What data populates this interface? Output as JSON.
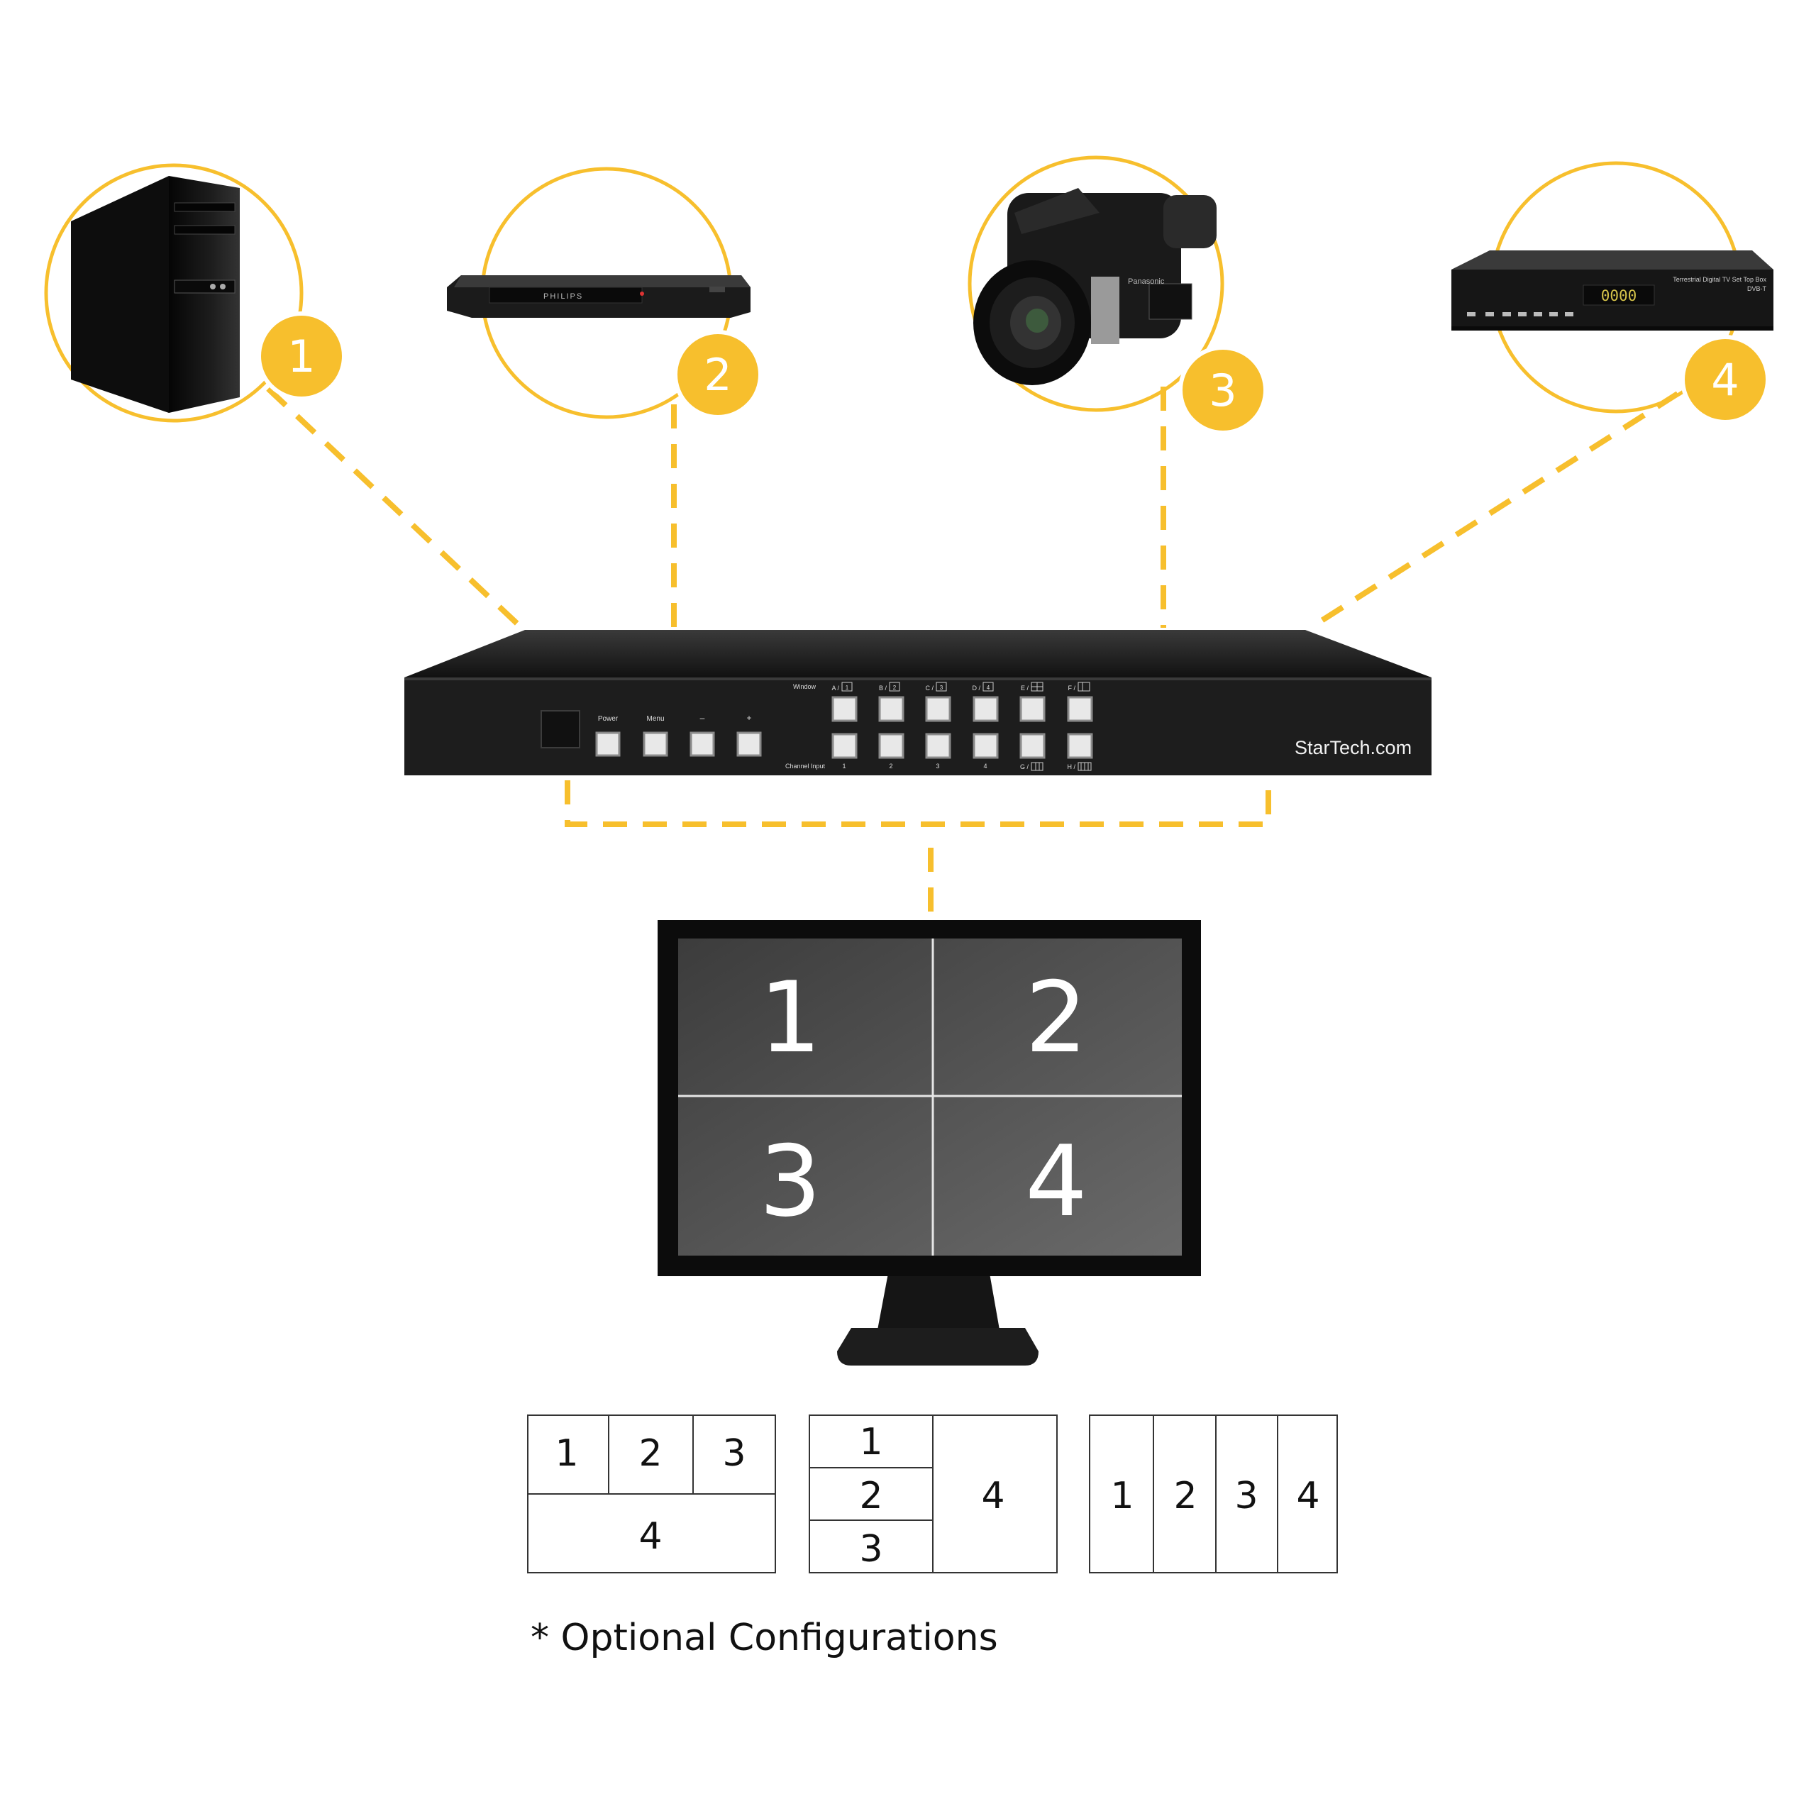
{
  "colors": {
    "accent": "#f7bf2d",
    "device_dark": "#1e1e1e",
    "screen_tile": "#4a4a4a",
    "screen_divider": "#e6e6e6",
    "line": "#111111"
  },
  "sources": [
    {
      "badge": "1",
      "icon": "desktop-tower-icon"
    },
    {
      "badge": "2",
      "icon": "bluray-player-icon",
      "brand": "PHILIPS"
    },
    {
      "badge": "3",
      "icon": "camcorder-icon",
      "brand": "Panasonic"
    },
    {
      "badge": "4",
      "icon": "settop-box-icon",
      "display": "0000",
      "label_1": "Terrestrial Digital TV Set Top Box",
      "label_2": "DVB-T"
    }
  ],
  "multiviewer": {
    "logo": "StarTech.com",
    "power_label": "Power",
    "menu_label": "Menu",
    "minus_label": "–",
    "plus_label": "+",
    "window_label": "Window",
    "channel_input_label": "Channel Input",
    "window_keys": [
      "A /",
      "B /",
      "C /",
      "D /",
      "E /",
      "F /"
    ],
    "window_key_icons": [
      "1",
      "2",
      "3",
      "4"
    ],
    "input_keys": [
      "1",
      "2",
      "3",
      "4",
      "G /",
      "H /"
    ]
  },
  "monitor": {
    "quads": [
      "1",
      "2",
      "3",
      "4"
    ]
  },
  "configurations": [
    {
      "layout": "three-over-one",
      "cells": [
        "1",
        "2",
        "3",
        "4"
      ]
    },
    {
      "layout": "three-stack-plus-one",
      "cells": [
        "1",
        "2",
        "3",
        "4"
      ]
    },
    {
      "layout": "four-columns",
      "cells": [
        "1",
        "2",
        "3",
        "4"
      ]
    }
  ],
  "footnote": "* Optional Configurations"
}
